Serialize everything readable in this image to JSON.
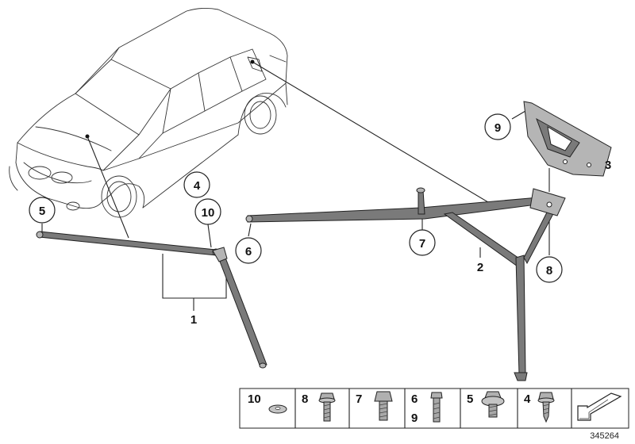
{
  "callouts": {
    "c1": "1",
    "c2": "2",
    "c3": "3",
    "c4": "4",
    "c5": "5",
    "c6": "6",
    "c7": "7",
    "c8": "8",
    "c9": "9",
    "c10": "10"
  },
  "legend": {
    "cells": [
      {
        "id": "10",
        "label": "10"
      },
      {
        "id": "8",
        "label": "8"
      },
      {
        "id": "7",
        "label": "7"
      },
      {
        "id": "6-9",
        "label": "6",
        "label2": "9"
      },
      {
        "id": "5",
        "label": "5"
      },
      {
        "id": "4",
        "label": "4"
      }
    ]
  },
  "reference_number": "345264",
  "colors": {
    "line": "#222222",
    "part": "#7a7a7a",
    "part_light": "#b5b5b5"
  }
}
